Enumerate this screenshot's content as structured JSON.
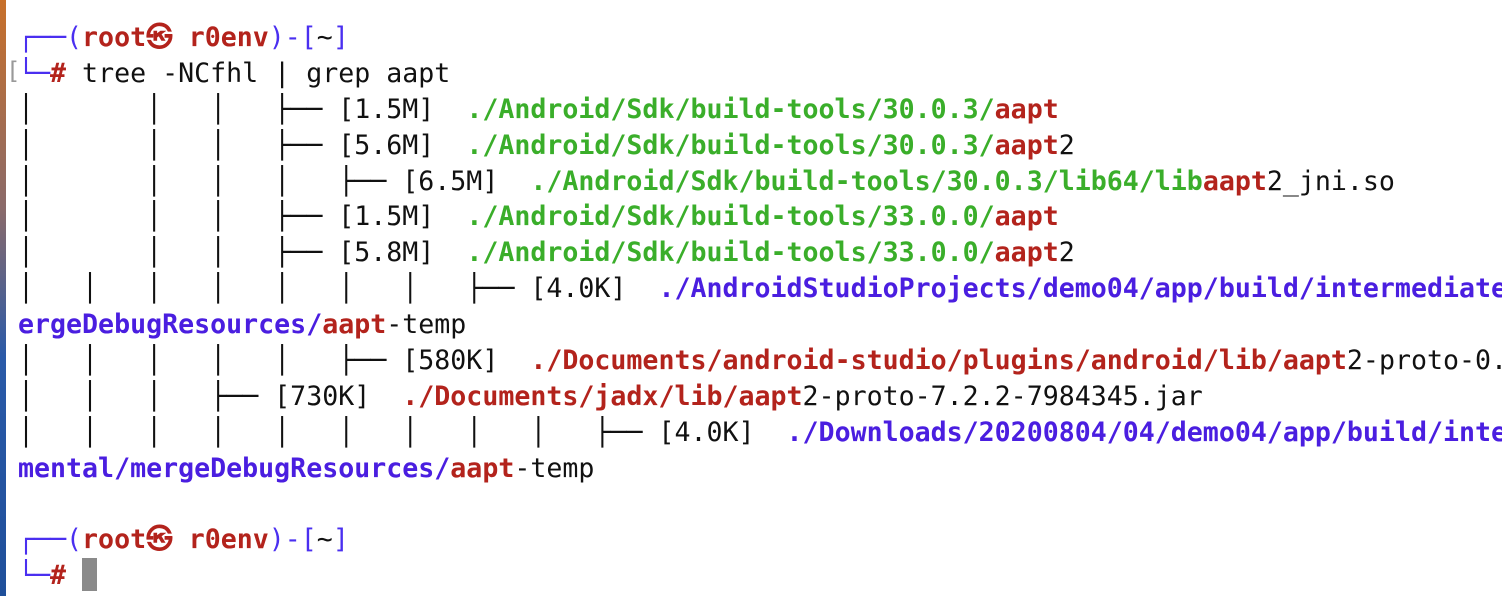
{
  "terminal": {
    "lines": [
      [
        {
          "t": "┌──(",
          "s": "pline"
        },
        {
          "t": "root㉿ r0env",
          "s": "red"
        },
        {
          "t": ")-[",
          "s": "pline"
        },
        {
          "t": "~",
          "s": "plain"
        },
        {
          "t": "]",
          "s": "pline"
        }
      ],
      [
        {
          "t": "└─",
          "s": "pline"
        },
        {
          "t": "#",
          "s": "red"
        },
        {
          "t": " tree -NCfhl | grep aapt",
          "s": "plain"
        }
      ],
      [
        {
          "t": "│       │   │   ├── [1.5M]  ",
          "s": "plain"
        },
        {
          "t": "./Android/Sdk/build-tools/30.0.3/",
          "s": "green"
        },
        {
          "t": "aapt",
          "s": "red"
        }
      ],
      [
        {
          "t": "│       │   │   ├── [5.6M]  ",
          "s": "plain"
        },
        {
          "t": "./Android/Sdk/build-tools/30.0.3/",
          "s": "green"
        },
        {
          "t": "aapt",
          "s": "red"
        },
        {
          "t": "2",
          "s": "plain"
        }
      ],
      [
        {
          "t": "│       │   │   │   ├── [6.5M]  ",
          "s": "plain"
        },
        {
          "t": "./Android/Sdk/build-tools/30.0.3/lib64/lib",
          "s": "green"
        },
        {
          "t": "aapt",
          "s": "red"
        },
        {
          "t": "2_jni.so",
          "s": "plain"
        }
      ],
      [
        {
          "t": "│       │   │   ├── [1.5M]  ",
          "s": "plain"
        },
        {
          "t": "./Android/Sdk/build-tools/33.0.0/",
          "s": "green"
        },
        {
          "t": "aapt",
          "s": "red"
        }
      ],
      [
        {
          "t": "│       │   │   ├── [5.8M]  ",
          "s": "plain"
        },
        {
          "t": "./Android/Sdk/build-tools/33.0.0/",
          "s": "green"
        },
        {
          "t": "aapt",
          "s": "red"
        },
        {
          "t": "2",
          "s": "plain"
        }
      ],
      [
        {
          "t": "│   │   │   │   │   │   │   ├── [4.0K]  ",
          "s": "plain"
        },
        {
          "t": "./AndroidStudioProjects/demo04/app/build/intermediate",
          "s": "blue"
        }
      ],
      [
        {
          "t": "ergeDebugResources/",
          "s": "blue"
        },
        {
          "t": "aapt",
          "s": "red"
        },
        {
          "t": "-temp",
          "s": "plain"
        }
      ],
      [
        {
          "t": "│   │   │   │   │   ├── [580K]  ",
          "s": "plain"
        },
        {
          "t": "./Documents/android-studio/plugins/android/lib/aapt",
          "s": "red"
        },
        {
          "t": "2-proto-0.",
          "s": "plain"
        }
      ],
      [
        {
          "t": "│   │   │   ├── [730K]  ",
          "s": "plain"
        },
        {
          "t": "./Documents/jadx/lib/aapt",
          "s": "red"
        },
        {
          "t": "2-proto-7.2.2-7984345.jar",
          "s": "plain"
        }
      ],
      [
        {
          "t": "│   │   │   │   │   │   │   │   │   ├── [4.0K]  ",
          "s": "plain"
        },
        {
          "t": "./Downloads/20200804/04/demo04/app/build/inte",
          "s": "blue"
        }
      ],
      [
        {
          "t": "mental/mergeDebugResources/",
          "s": "blue"
        },
        {
          "t": "aapt",
          "s": "red"
        },
        {
          "t": "-temp",
          "s": "plain"
        }
      ],
      [],
      [
        {
          "t": "┌──(",
          "s": "pline"
        },
        {
          "t": "root㉿ r0env",
          "s": "red"
        },
        {
          "t": ")-[",
          "s": "pline"
        },
        {
          "t": "~",
          "s": "plain"
        },
        {
          "t": "]",
          "s": "pline"
        }
      ],
      [
        {
          "t": "└─",
          "s": "pline"
        },
        {
          "t": "#",
          "s": "red"
        },
        {
          "t": " ",
          "s": "plain"
        }
      ]
    ],
    "marker": "["
  }
}
